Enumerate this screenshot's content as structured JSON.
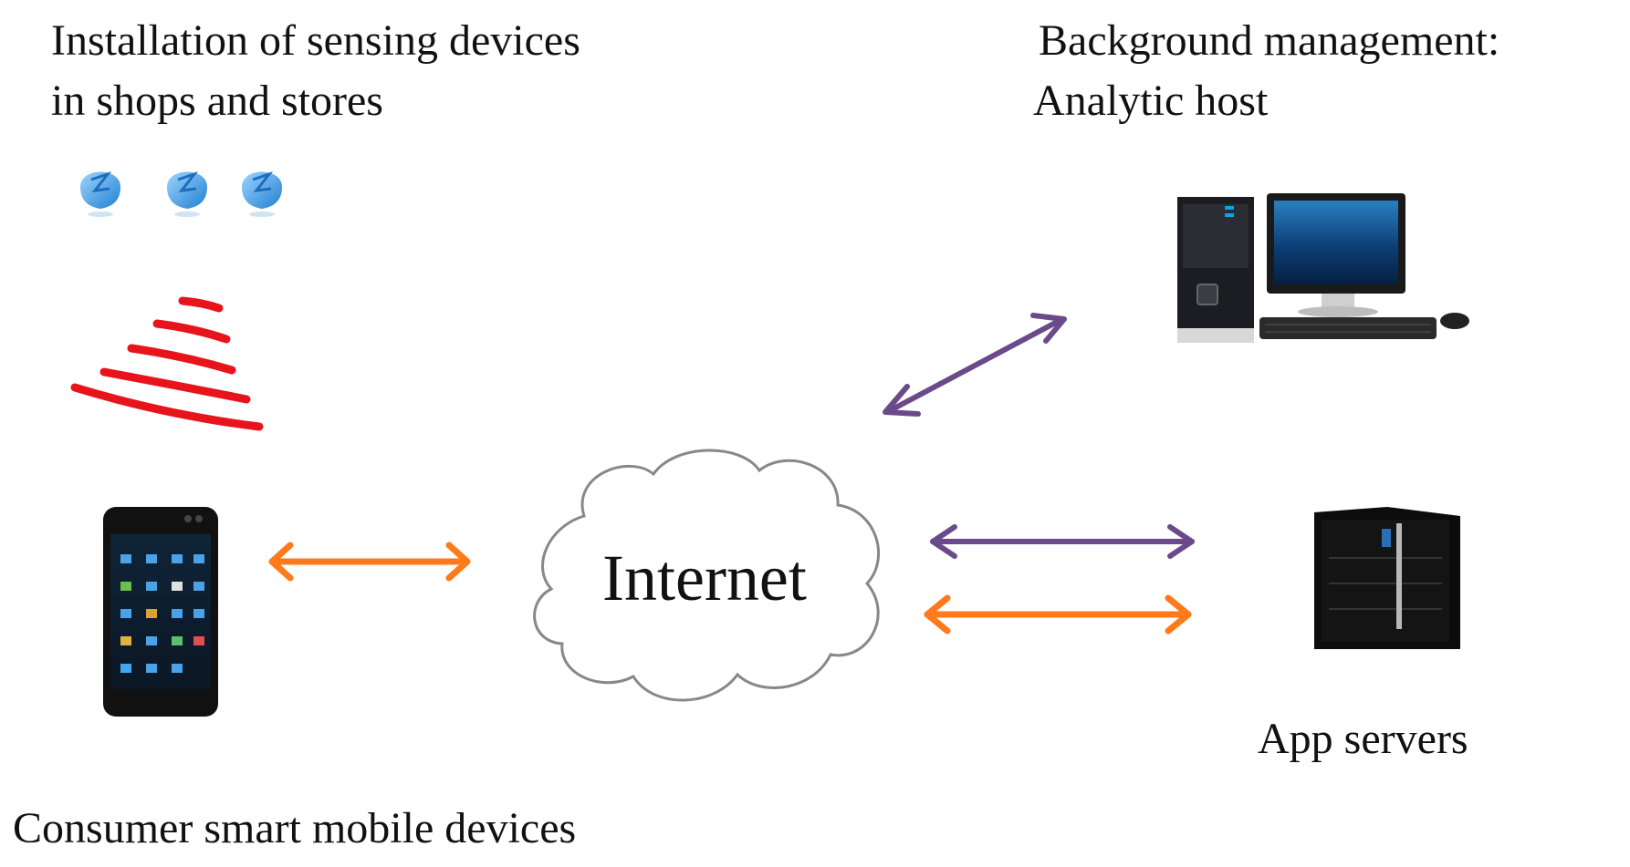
{
  "labels": {
    "sensing_line1": "Installation of sensing devices",
    "sensing_line2": "in shops and stores",
    "background_line1": "Background management:",
    "background_line2": "Analytic host",
    "internet": "Internet",
    "app_servers": "App servers",
    "consumer": "Consumer smart mobile devices"
  },
  "colors": {
    "purple_arrow": "#6b4a8c",
    "orange_arrow": "#ff7a1a",
    "signal_red": "#e8141c",
    "beacon_blue": "#3a9be0"
  },
  "icons": [
    "beacon-icon",
    "signal-waves-icon",
    "smartphone-icon",
    "cloud-icon",
    "desktop-computer-icon",
    "server-icon"
  ]
}
